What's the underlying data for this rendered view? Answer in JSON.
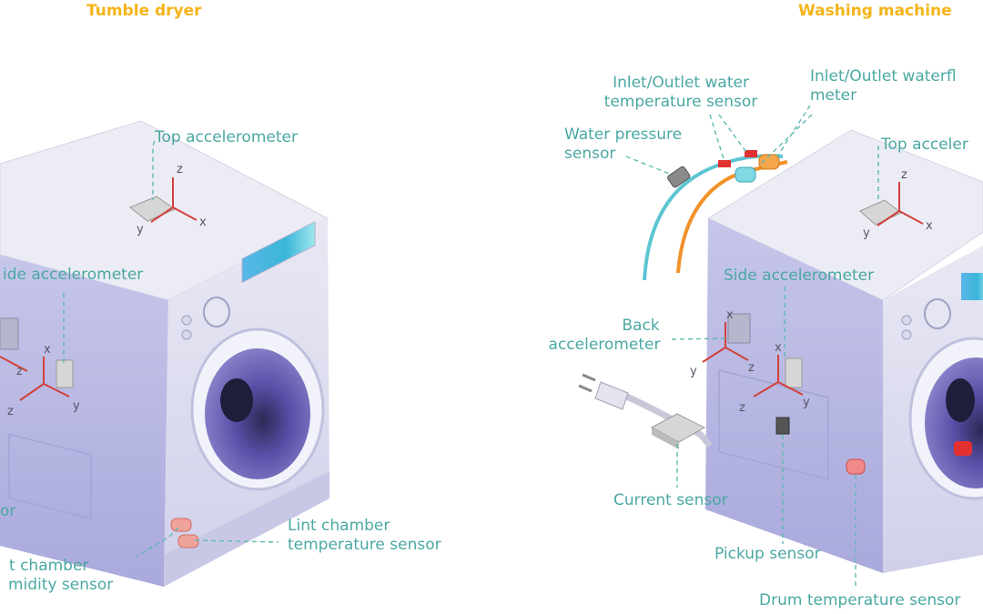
{
  "panels": {
    "dryer": {
      "title": "Tumble dryer",
      "labels": {
        "top_accelerometer": "Top accelerometer",
        "side_accelerometer": "ide accelerometer",
        "lint_temperature": [
          "Lint chamber",
          "temperature sensor"
        ],
        "lint_humidity": [
          "t chamber",
          "midity sensor"
        ],
        "left_partial": "or"
      }
    },
    "washer": {
      "title": "Washing machine",
      "labels": {
        "water_temperature": [
          "Inlet/Outlet water",
          "temperature sensor"
        ],
        "water_flow": [
          "Inlet/Outlet waterfl",
          "meter"
        ],
        "water_pressure": [
          "Water pressure",
          "sensor"
        ],
        "top_accelerometer": "Top acceler",
        "side_accelerometer": "Side accelerometer",
        "back_accelerometer": [
          "Back",
          "accelerometer"
        ],
        "current_sensor": "Current sensor",
        "pickup_sensor": "Pickup sensor",
        "drum_temperature": "Drum temperature sensor"
      }
    }
  },
  "axes": {
    "x": "x",
    "y": "y",
    "z": "z"
  },
  "colors": {
    "title": "#f5b417",
    "label": "#4aa8a2",
    "axis_line": "#d2403a",
    "water_line": "#5cc5d2",
    "hot_line": "#f0922a",
    "machine_front": "#dcdcee",
    "machine_side": "#b8b8e2",
    "machine_top": "#ececf5"
  }
}
